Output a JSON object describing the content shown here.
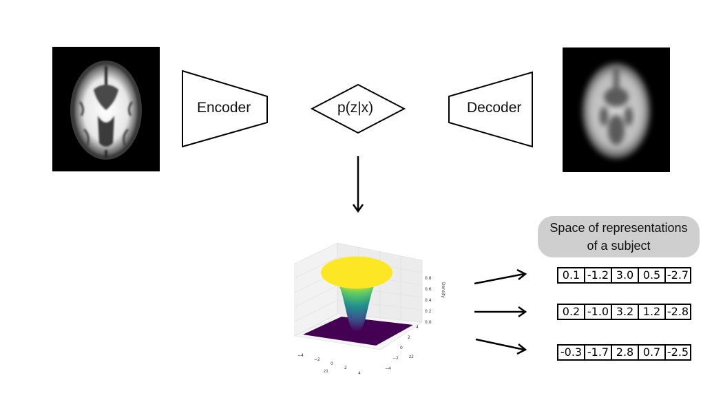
{
  "encoder": {
    "label": "Encoder"
  },
  "posterior": {
    "label": "p(z|x)"
  },
  "decoder": {
    "label": "Decoder"
  },
  "space": {
    "line1": "Space of representations",
    "line2": "of a subject"
  },
  "vectors": [
    [
      "0.1",
      "-1.2",
      "3.0",
      "0.5",
      "-2.7"
    ],
    [
      "0.2",
      "-1.0",
      "3.2",
      "1.2",
      "-2.8"
    ],
    [
      "-0.3",
      "-1.7",
      "2.8",
      "0.7",
      "-2.5"
    ]
  ],
  "density_plot": {
    "type": "surface",
    "x_ticks": [
      "−4",
      "−2",
      "0",
      "2",
      "4"
    ],
    "y_ticks": [
      "−4",
      "−2",
      "0",
      "2",
      "4"
    ],
    "z_ticks": [
      "0.0",
      "0.2",
      "0.4",
      "0.6",
      "0.8"
    ],
    "xlabel": "z1",
    "ylabel": "z2",
    "zlabel": "Density",
    "colormap": [
      "#440154",
      "#3b528b",
      "#21908d",
      "#5dc963",
      "#fde725"
    ]
  }
}
